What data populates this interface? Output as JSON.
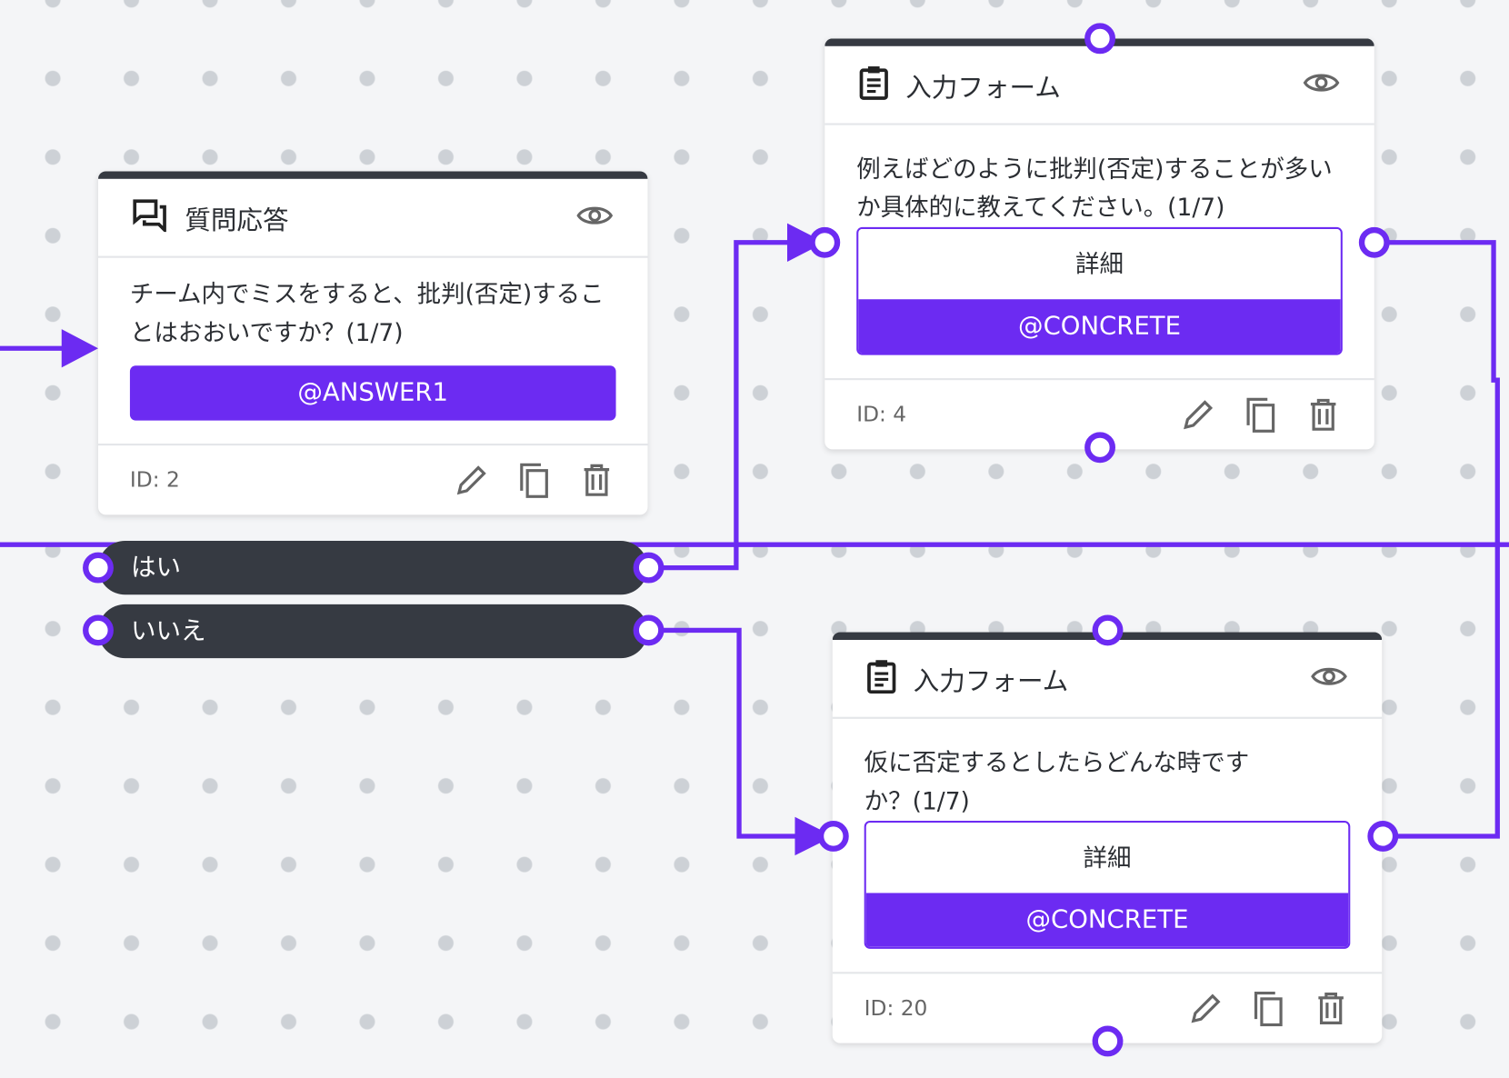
{
  "accent_color": "#6c2bf2",
  "nodes": [
    {
      "type_label": "質問応答",
      "icon": "chat-icon",
      "text": "チーム内でミスをすると、批判(否定)することはおおいですか？(1/7)",
      "answer_button": "@ANSWER1",
      "id_label": "ID: 2",
      "options": [
        "はい",
        "いいえ"
      ]
    },
    {
      "type_label": "入力フォーム",
      "icon": "clipboard-icon",
      "text": "例えばどのように批判(否定)することが多いか具体的に教えてください。(1/7)",
      "field_label": "詳細",
      "variable": "@CONCRETE",
      "id_label": "ID: 4"
    },
    {
      "type_label": "入力フォーム",
      "icon": "clipboard-icon",
      "text": "仮に否定するとしたらどんな時ですか？(1/7)",
      "field_label": "詳細",
      "variable": "@CONCRETE",
      "id_label": "ID: 20"
    }
  ]
}
